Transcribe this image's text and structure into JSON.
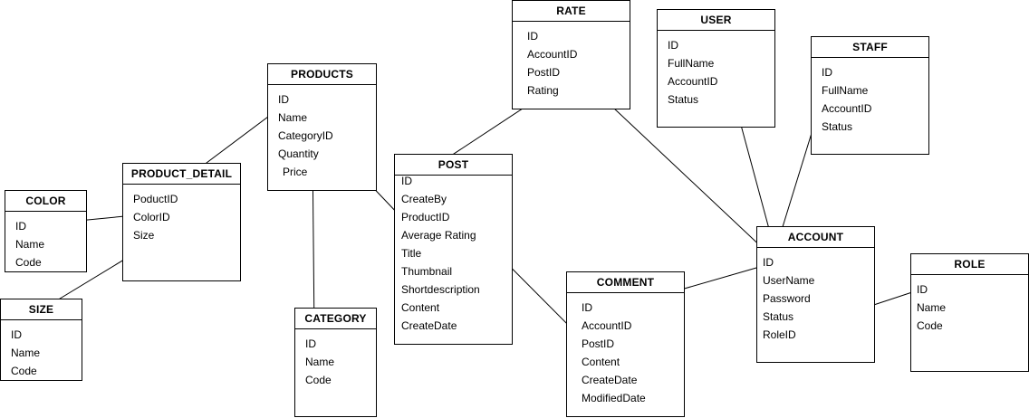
{
  "entities": {
    "products": {
      "title": "PRODUCTS",
      "fields": [
        "ID",
        "Name",
        "CategoryID",
        "Quantity",
        "Price"
      ]
    },
    "rate": {
      "title": "RATE",
      "fields": [
        "ID",
        "AccountID",
        "PostID",
        "Rating"
      ]
    },
    "user": {
      "title": "USER",
      "fields": [
        "ID",
        "FullName",
        "AccountID",
        "Status"
      ]
    },
    "staff": {
      "title": "STAFF",
      "fields": [
        "ID",
        "FullName",
        "AccountID",
        "Status"
      ]
    },
    "product_detail": {
      "title": "PRODUCT_DETAIL",
      "fields": [
        "PoductID",
        "ColorID",
        "Size"
      ]
    },
    "color": {
      "title": "COLOR",
      "fields": [
        "ID",
        "Name",
        "Code"
      ]
    },
    "size": {
      "title": "SIZE",
      "fields": [
        "ID",
        "Name",
        "Code"
      ]
    },
    "post": {
      "title": "POST",
      "fields": [
        "ID",
        "CreateBy",
        "ProductID",
        "Average Rating",
        "Title",
        "Thumbnail",
        "Shortdescription",
        "Content",
        "CreateDate"
      ]
    },
    "category": {
      "title": "CATEGORY",
      "fields": [
        "ID",
        "Name",
        "Code"
      ]
    },
    "comment": {
      "title": "COMMENT",
      "fields": [
        "ID",
        "AccountID",
        "PostID",
        "Content",
        "CreateDate",
        "ModifiedDate"
      ]
    },
    "account": {
      "title": "ACCOUNT",
      "fields": [
        "ID",
        "UserName",
        "Password",
        "Status",
        "RoleID"
      ]
    },
    "role": {
      "title": "ROLE",
      "fields": [
        "ID",
        "Name",
        "Code"
      ]
    }
  },
  "relationships": [
    {
      "from": "product_detail.PoductID",
      "to": "products.ID"
    },
    {
      "from": "product_detail.ColorID",
      "to": "color.ID"
    },
    {
      "from": "product_detail.Size",
      "to": "size.ID"
    },
    {
      "from": "products.CategoryID",
      "to": "category.ID"
    },
    {
      "from": "post.ProductID",
      "to": "products.Name"
    },
    {
      "from": "rate.PostID",
      "to": "post.ID"
    },
    {
      "from": "rate.AccountID",
      "to": "account.ID"
    },
    {
      "from": "user.AccountID",
      "to": "account.ID"
    },
    {
      "from": "staff.AccountID",
      "to": "account.ID"
    },
    {
      "from": "comment.ID",
      "to": "account.ID"
    },
    {
      "from": "comment.PostID",
      "to": "post.ID"
    },
    {
      "from": "account.RoleID",
      "to": "role.ID"
    }
  ]
}
